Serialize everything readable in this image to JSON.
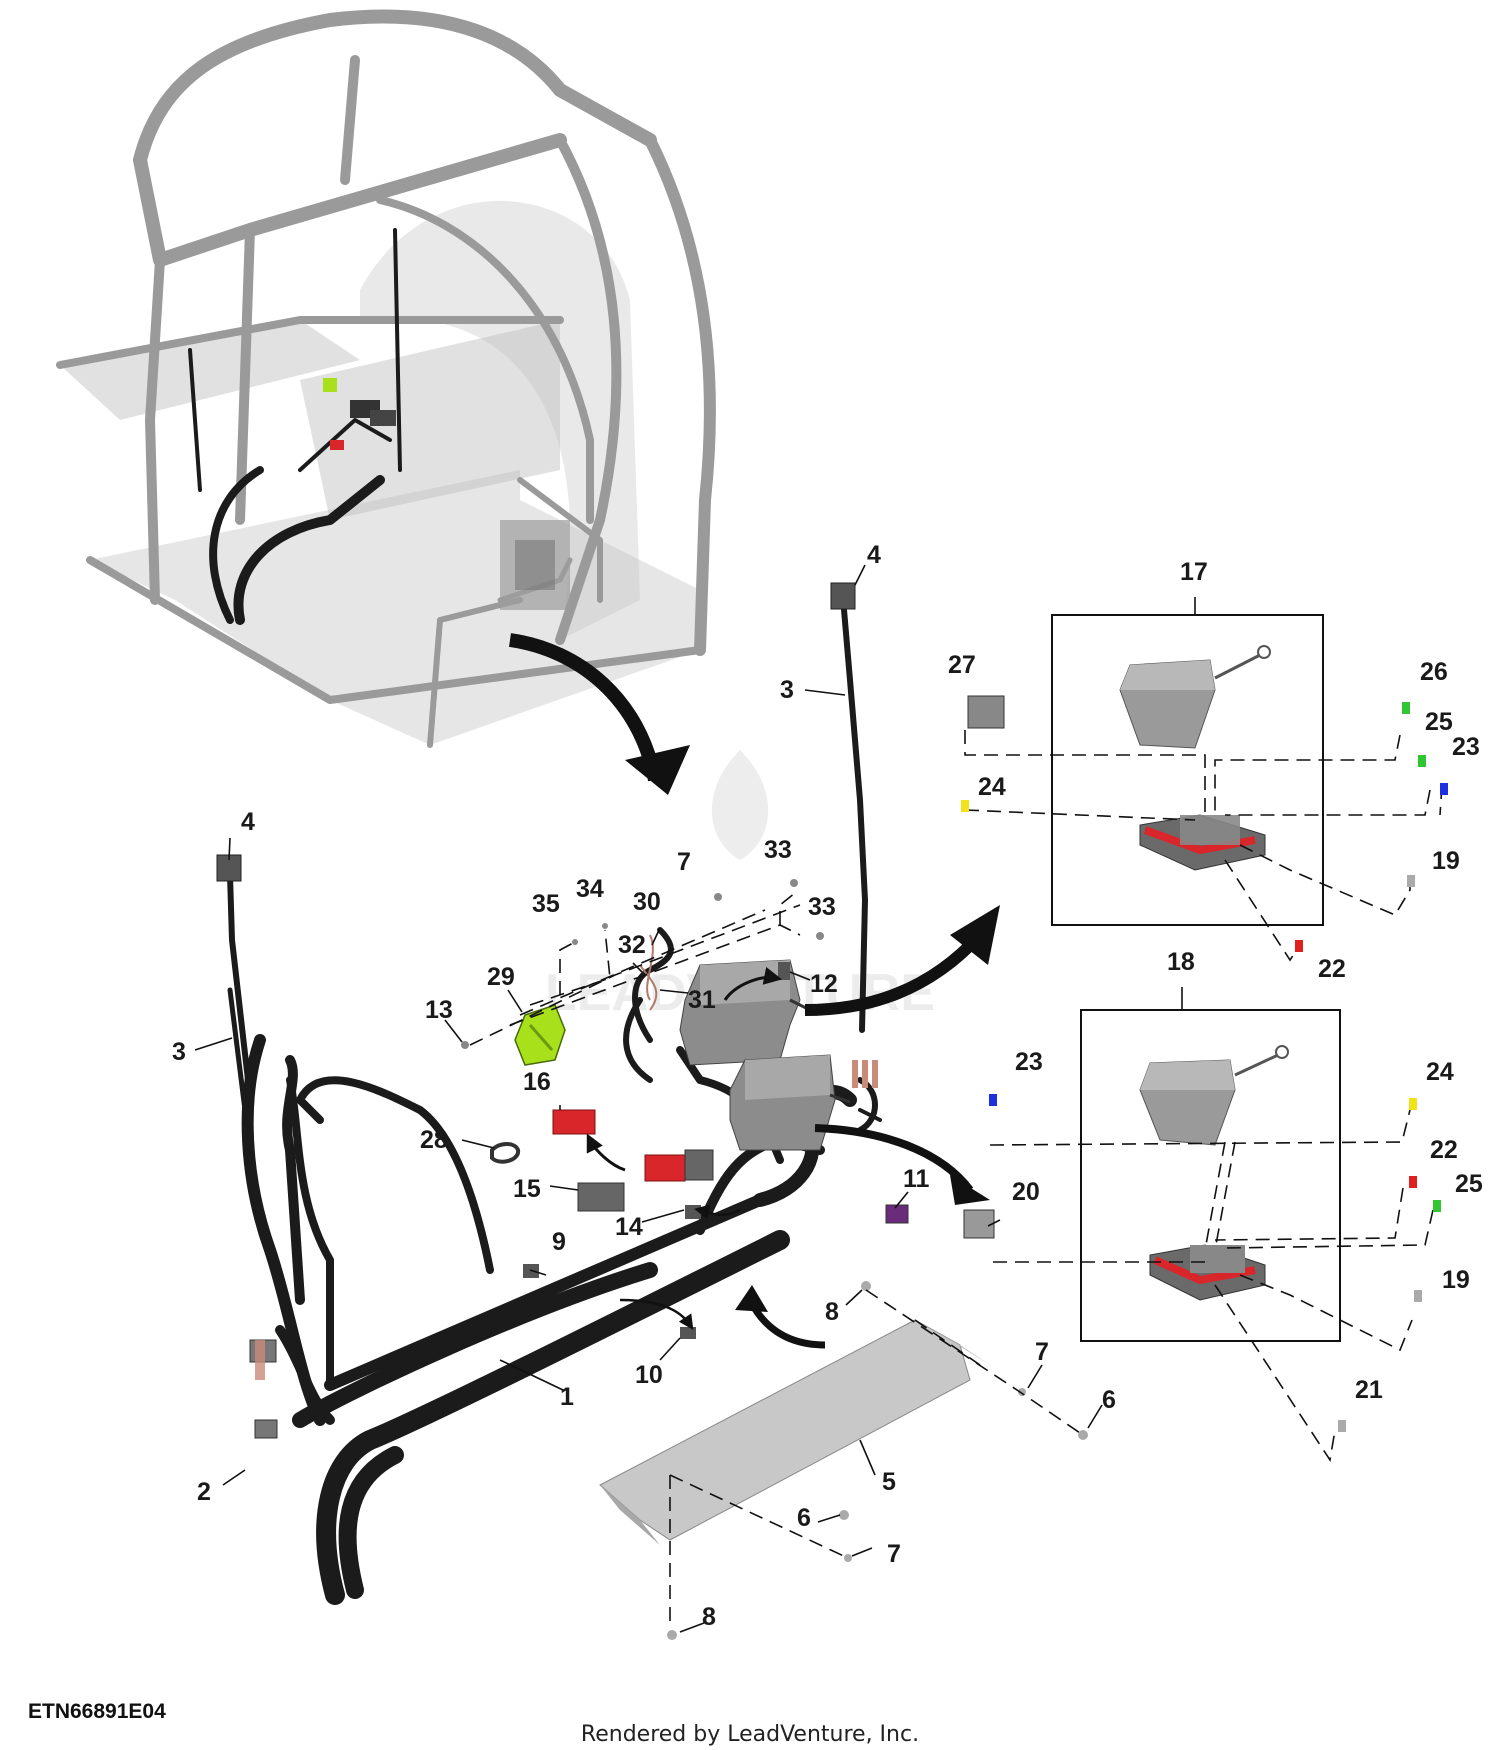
{
  "diagram_id": "ETN66891E04",
  "credit": "Rendered by LeadVenture, Inc.",
  "watermark": "LEADVENTURE",
  "colors": {
    "harness": "#1b1b1b",
    "frame": "#9a9a9a",
    "connector_green": "#a8e11c",
    "connector_red": "#d8262b",
    "module_grey": "#8c8c8c",
    "terminal_blue": "#1e2fe0",
    "terminal_yellow": "#f2e21a",
    "terminal_green": "#31c631",
    "terminal_red": "#e0201f",
    "connector_purple": "#6a2b7a"
  },
  "box_labels": {
    "top": "17",
    "bottom": "18"
  },
  "callouts": {
    "c1": "1",
    "c2": "2",
    "c3a": "3",
    "c3b": "3",
    "c4a": "4",
    "c4b": "4",
    "c5": "5",
    "c6a": "6",
    "c6b": "6",
    "c7a": "7",
    "c7b": "7",
    "c7c": "7",
    "c8a": "8",
    "c8b": "8",
    "c9": "9",
    "c10": "10",
    "c11": "11",
    "c12": "12",
    "c13": "13",
    "c14": "14",
    "c15": "15",
    "c16": "16",
    "c19a": "19",
    "c19b": "19",
    "c20": "20",
    "c21": "21",
    "c22a": "22",
    "c22b": "22",
    "c23a": "23",
    "c23b": "23",
    "c24a": "24",
    "c24b": "24",
    "c25a": "25",
    "c25b": "25",
    "c26": "26",
    "c27": "27",
    "c28": "28",
    "c29": "29",
    "c30": "30",
    "c31": "31",
    "c32": "32",
    "c33a": "33",
    "c33b": "33",
    "c34": "34",
    "c35": "35"
  }
}
